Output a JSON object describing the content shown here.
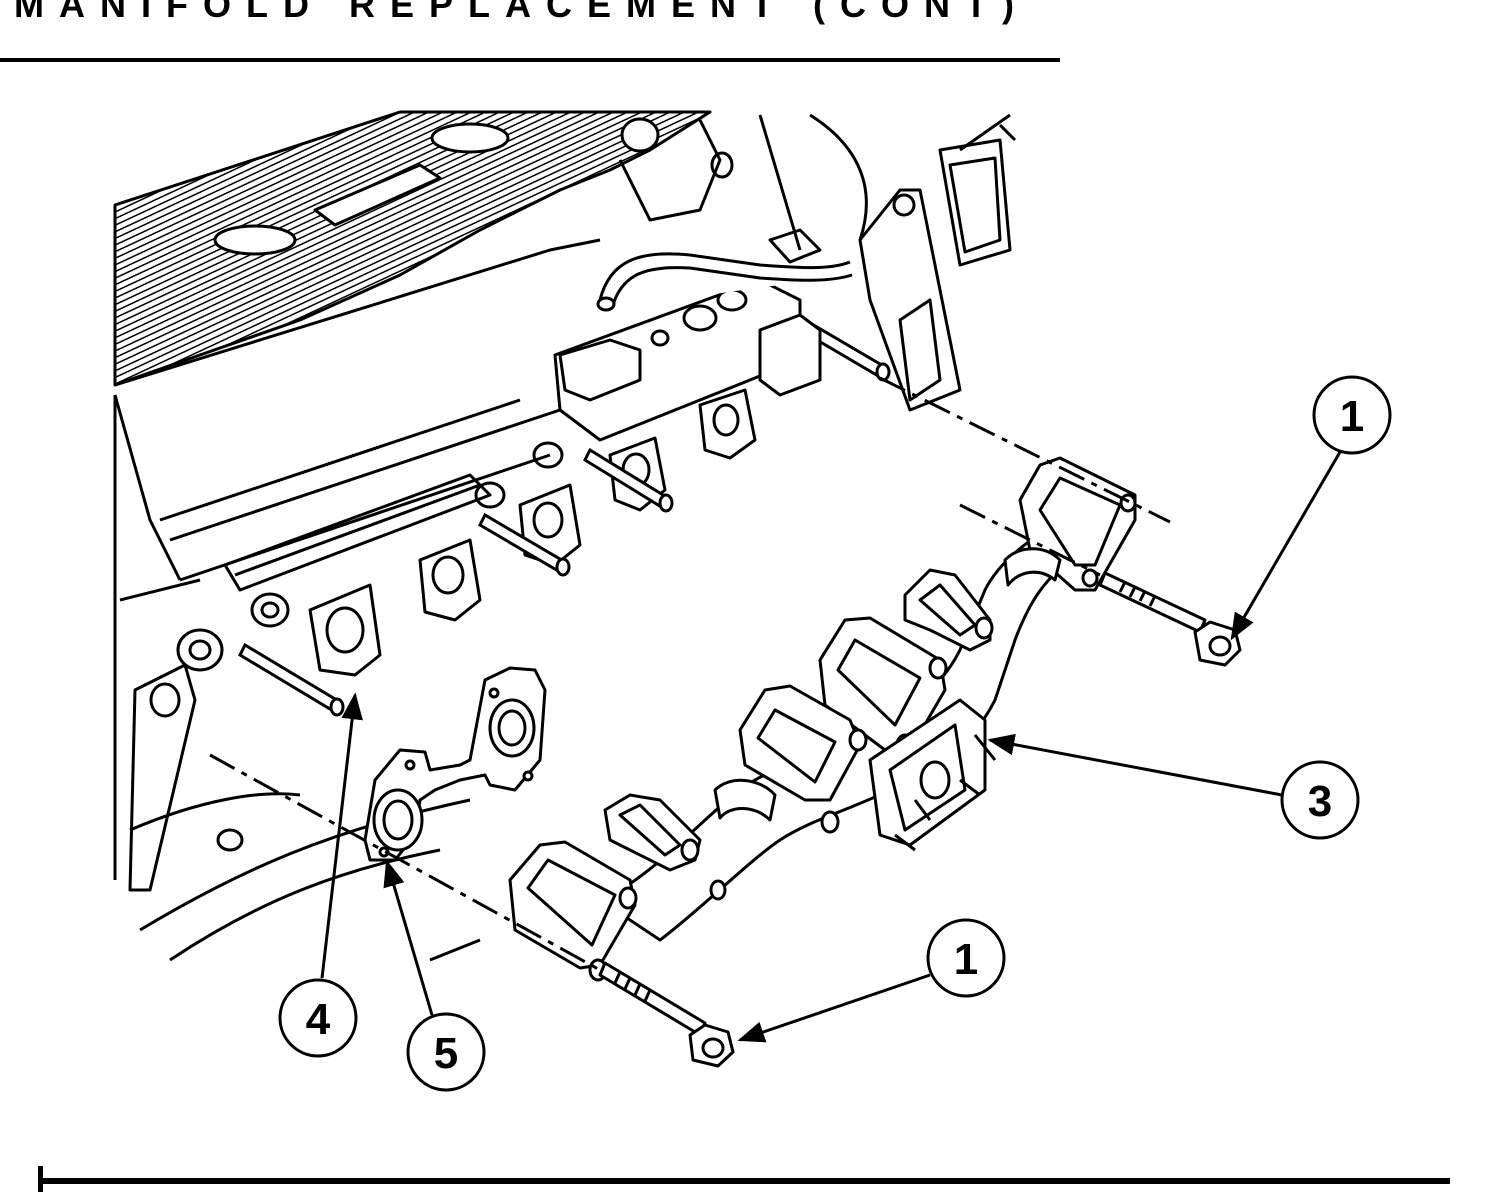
{
  "header": {
    "title": "MANIFOLD REPLACEMENT (CONT)"
  },
  "figure": {
    "callouts": [
      {
        "id": "callout-1a",
        "label": "1"
      },
      {
        "id": "callout-1b",
        "label": "1"
      },
      {
        "id": "callout-3",
        "label": "3"
      },
      {
        "id": "callout-4",
        "label": "4"
      },
      {
        "id": "callout-5",
        "label": "5"
      }
    ]
  }
}
